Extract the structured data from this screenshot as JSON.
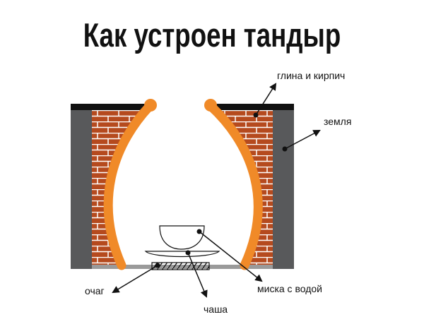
{
  "title": "Как устроен тандыр",
  "labels": {
    "clay_brick": "глина и кирпич",
    "earth": "земля",
    "bowl_water": "миска с водой",
    "hearth": "очаг",
    "cup": "чаша"
  },
  "colors": {
    "clay": "#f08a28",
    "brick": "#b54a1e",
    "earth": "#58595b",
    "cap": "#111111"
  }
}
